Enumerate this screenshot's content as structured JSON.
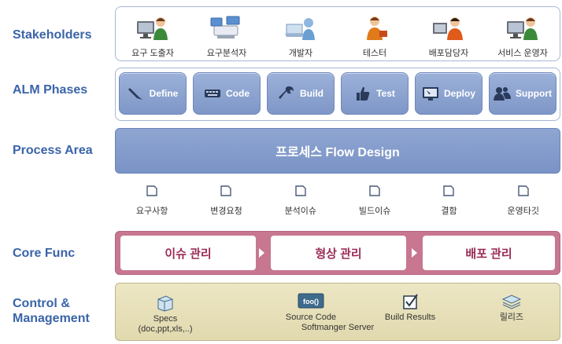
{
  "rows": {
    "stakeholders": "Stakeholders",
    "alm": "ALM Phases",
    "process": "Process Area",
    "core": "Core Func",
    "control_line1": "Control &",
    "control_line2": "Management"
  },
  "stakeholders": [
    {
      "label": "요구 도출자",
      "icon": "user-computer-icon"
    },
    {
      "label": "요구분석자",
      "icon": "computer-network-icon"
    },
    {
      "label": "개발자",
      "icon": "developer-icon"
    },
    {
      "label": "테스터",
      "icon": "tester-icon"
    },
    {
      "label": "배포담당자",
      "icon": "deployer-icon"
    },
    {
      "label": "서비스 운영자",
      "icon": "operator-icon"
    }
  ],
  "alm_phases": [
    {
      "label": "Define",
      "icon": "pencil-icon"
    },
    {
      "label": "Code",
      "icon": "keyboard-icon"
    },
    {
      "label": "Build",
      "icon": "wrench-icon"
    },
    {
      "label": "Test",
      "icon": "thumbs-up-icon"
    },
    {
      "label": "Deploy",
      "icon": "monitor-icon"
    },
    {
      "label": "Support",
      "icon": "users-icon"
    }
  ],
  "process_area": "프로세스 Flow Design",
  "documents": [
    "요구사항",
    "변경요청",
    "분석이슈",
    "빌드이슈",
    "결함",
    "운영타깃"
  ],
  "core_func": [
    "이슈 관리",
    "형상 관리",
    "배포 관리"
  ],
  "control": {
    "specs_line1": "Specs",
    "specs_line2": "(doc,ppt,xls,..)",
    "source_code": "Source Code",
    "foo_label": "foo()",
    "build_results": "Build Results",
    "release": "릴리즈",
    "server": "Softmanger Server"
  },
  "colors": {
    "label_blue": "#3a64a8",
    "phase_blue": "#8fa6d2",
    "core_pink": "#c77790",
    "core_text": "#9a2b56",
    "control_beige": "#e6dfb8"
  }
}
